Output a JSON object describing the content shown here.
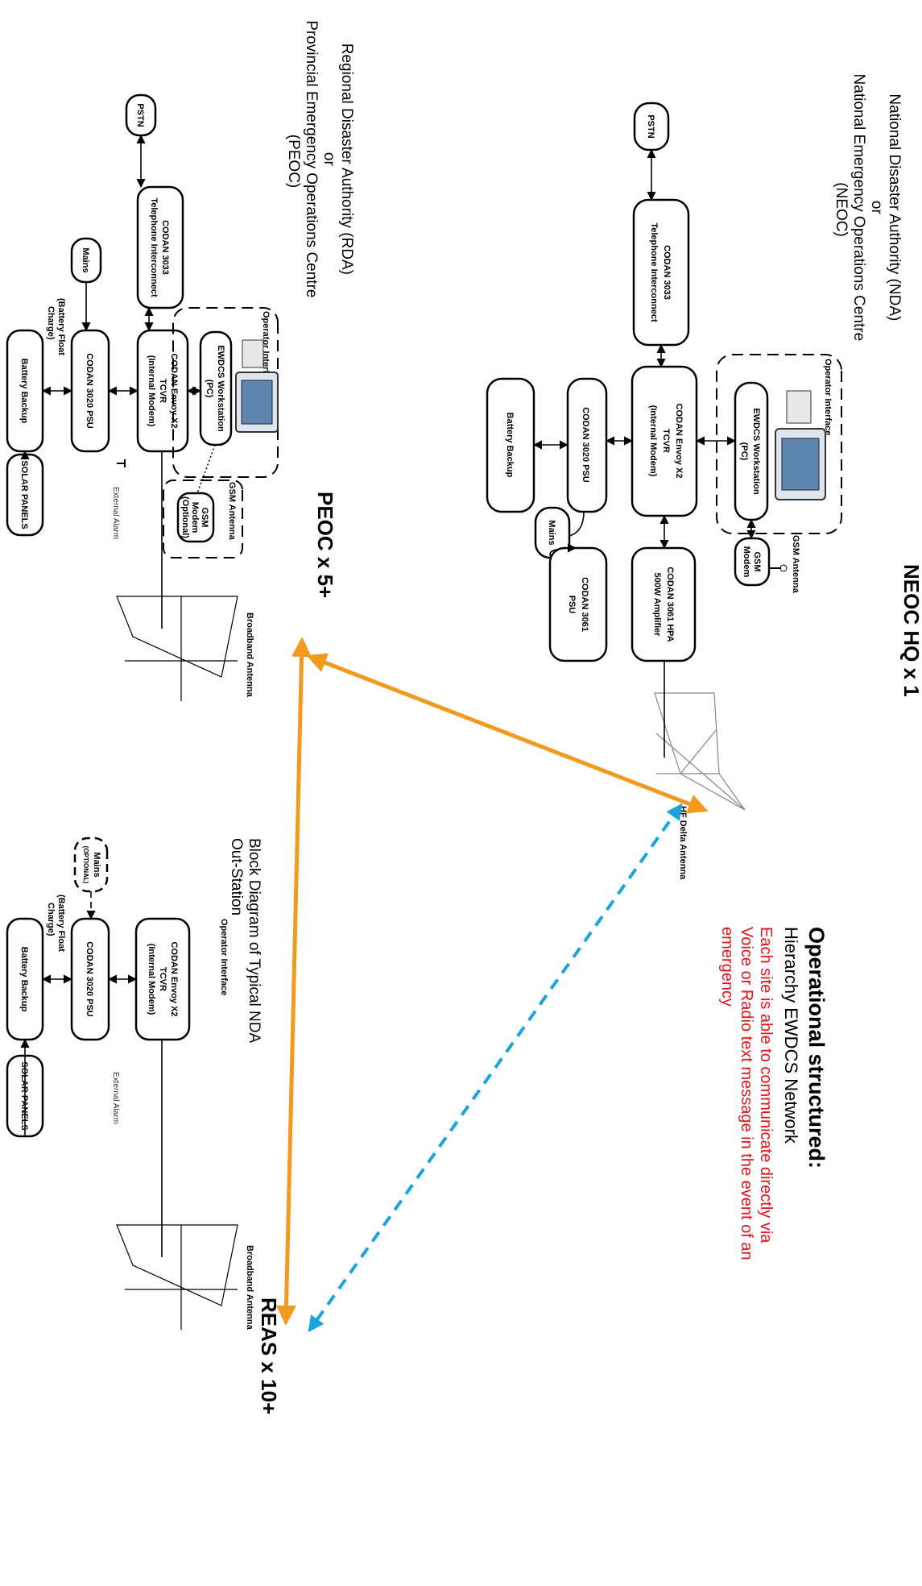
{
  "neoc": {
    "title_lines": [
      "National Disaster Authority (NDA)",
      "or",
      "National Emergency Operations Centre",
      "(NEOC)"
    ],
    "site_label": "NEOC HQ x 1",
    "pstn": "PSTN",
    "interconnect": [
      "CODAN 3033",
      "Telephone Interconnect"
    ],
    "transceiver": [
      "CODAN Envoy X2",
      "TCVR",
      "(Internal Modem)"
    ],
    "psu": "CODAN 3020 PSU",
    "battery": "Battery Backup",
    "mains": "Mains",
    "operator_interface": "Operator Interface",
    "workstation": [
      "EWDCS Workstation",
      "(PC)"
    ],
    "gsm_antenna": "GSM Antenna",
    "gsm_modem": [
      "GSM",
      "Modem"
    ],
    "hpa": [
      "CODAN 3061 HPA",
      "500W Amplifier"
    ],
    "hpa_psu": [
      "CODAN 3061",
      "PSU"
    ],
    "antenna": "HF Delta Antenna"
  },
  "peoc": {
    "title_lines": [
      "Regional Disaster Authority (RDA)",
      "or",
      "Provincial Emergency Operations Centre",
      "(PEOC)"
    ],
    "site_label": "PEOC x 5+",
    "pstn": "PSTN",
    "interconnect": [
      "CODAN 3033",
      "Telephone Interconnect"
    ],
    "transceiver": [
      "CODAN Envoy X2",
      "TCVR",
      "(Internal Modem)"
    ],
    "psu": "CODAN 3020 PSU",
    "battery": "Battery Backup",
    "solar": "SOLAR PANELS",
    "mains": "Mains",
    "float_charge": [
      "(Battery Float",
      "Charge)"
    ],
    "operator_interface": "Operator Interface",
    "workstation": [
      "EWDCS Workstation",
      "(PC)"
    ],
    "gsm_antenna": "GSM Antenna",
    "gsm_modem": [
      "GSM",
      "Modem",
      "(Optional)"
    ],
    "alarm": "External Alarm",
    "antenna": "Broadband Antenna"
  },
  "reas": {
    "title_lines": [
      "Block Diagram of Typical NDA",
      "Out-Station"
    ],
    "site_label": "REAS x 10+",
    "mains": [
      "Mains",
      "(OPTIONAL)"
    ],
    "transceiver": [
      "CODAN Envoy X2",
      "TCVR",
      "(Internal Modem)"
    ],
    "psu": "CODAN 3020 PSU",
    "battery": "Battery Backup",
    "solar": "SOLAR PANELS",
    "float_charge": [
      "(Battery Float",
      "Charge)"
    ],
    "operator_interface": "Operator Interface",
    "alarm": "External Alarm",
    "antenna": "Broadband Antenna"
  },
  "operational": {
    "heading": "Operational structured:",
    "subheading": "Hierarchy EWDCS Network",
    "note_lines": [
      "Each site is able to communicate directly via",
      "Voice or Radio text message in the event of an",
      "emergency"
    ]
  },
  "colors": {
    "link_primary": "#f39a1e",
    "link_secondary": "#1ba3e0",
    "note_text": "#e3131b"
  }
}
